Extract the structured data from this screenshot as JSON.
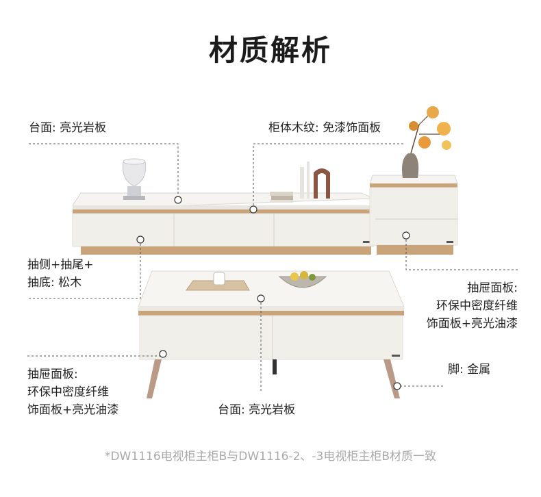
{
  "title": "材质解析",
  "callouts": {
    "tv_top": "台面: 亮光岩板",
    "cabinet_wood": "柜体木纹: 免漆饰面板",
    "drawer_wood_l1": "抽侧+抽尾+",
    "drawer_wood_l2": "抽底: 松木",
    "drawer_panel_right_l1": "抽屉面板:",
    "drawer_panel_right_l2": "环保中密度纤维",
    "drawer_panel_right_l3": "饰面板+亮光油漆",
    "drawer_panel_left_l1": "抽屉面板:",
    "drawer_panel_left_l2": "环保中密度纤维",
    "drawer_panel_left_l3": "饰面板+亮光油漆",
    "legs": "脚: 金属",
    "coffee_top": "台面: 亮光岩板"
  },
  "footnote": "*DW1116电视柜主柜B与DW1116-2、-3电视柜主柜B材质一致",
  "colors": {
    "panel_white": "#f1efea",
    "wood_trim": "#c9a37a",
    "slab_top": "#f7f6f3",
    "leg_metal": "#b89a86",
    "text": "#222222",
    "footnote": "#a9a9a9"
  }
}
